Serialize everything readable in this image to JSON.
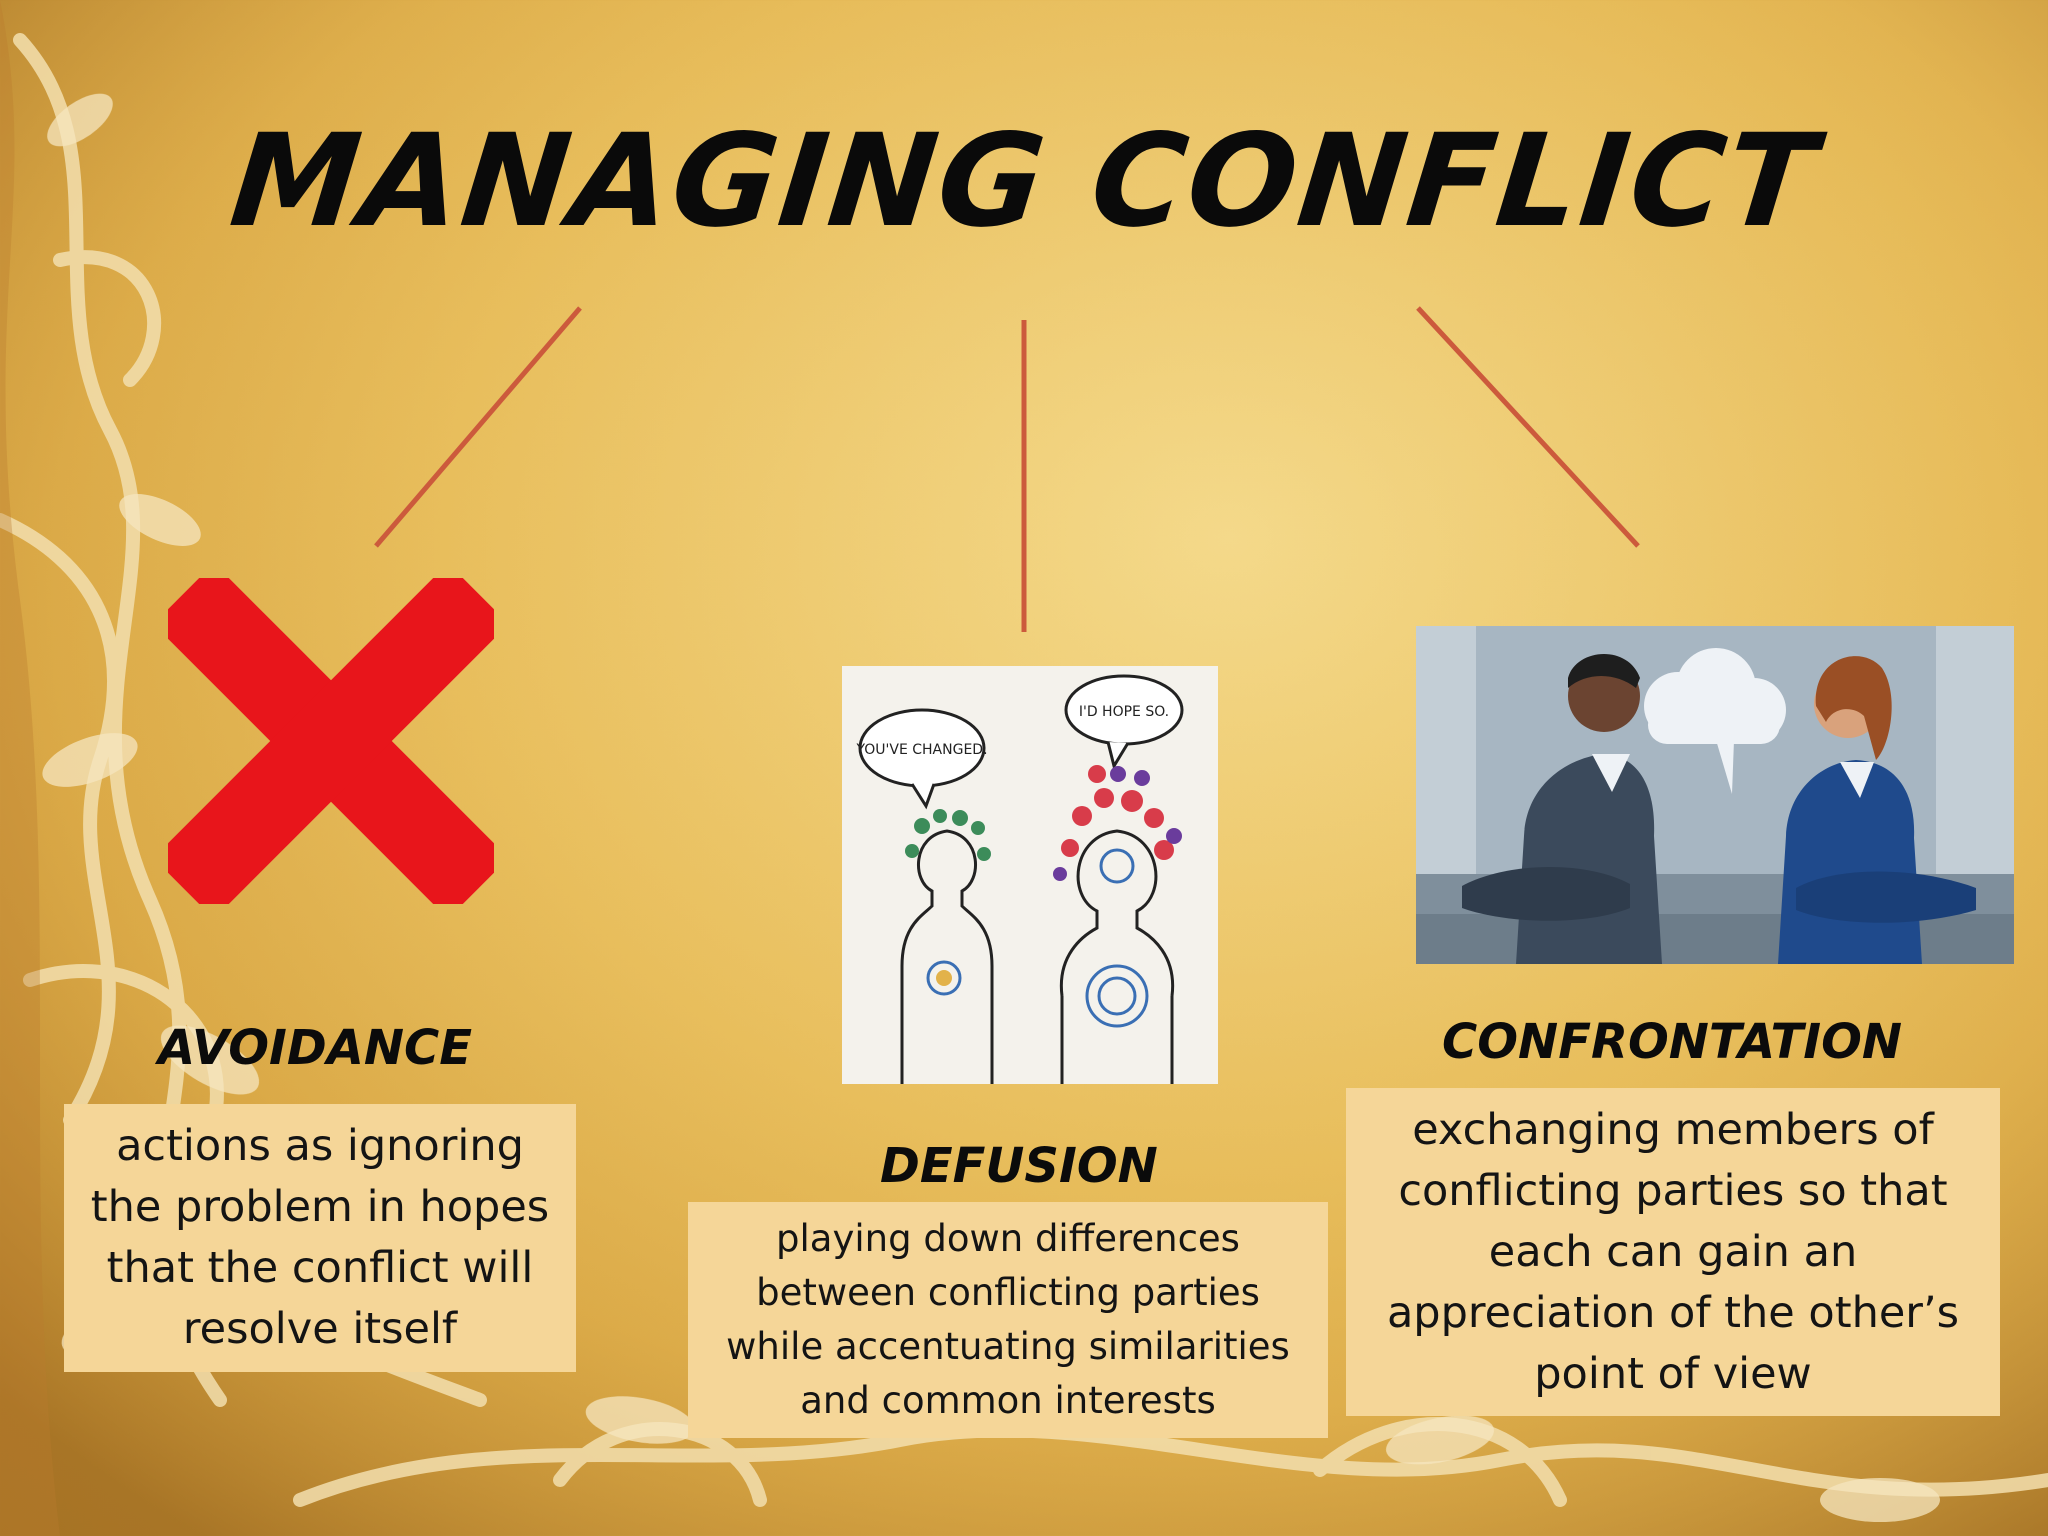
{
  "slide": {
    "title": "MANAGING CONFLICT",
    "accent_color": "#cc5a3c",
    "branches": [
      {
        "label": "AVOIDANCE",
        "icon": "red-x-icon",
        "description": "actions as ignoring the problem in hopes that the conflict will resolve itself"
      },
      {
        "label": "DEFUSION",
        "icon": "flower-heads-drawing",
        "speech_left": "YOU'VE CHANGED.",
        "speech_right": "I'D HOPE SO.",
        "description": "playing down differences between conflicting parties while accentuating similarities and common interests"
      },
      {
        "label": "CONFRONTATION",
        "icon": "two-people-back-to-back-illustration",
        "description": "exchanging members of conflicting parties so that each can gain an appreciation of the other’s point of view"
      }
    ]
  }
}
